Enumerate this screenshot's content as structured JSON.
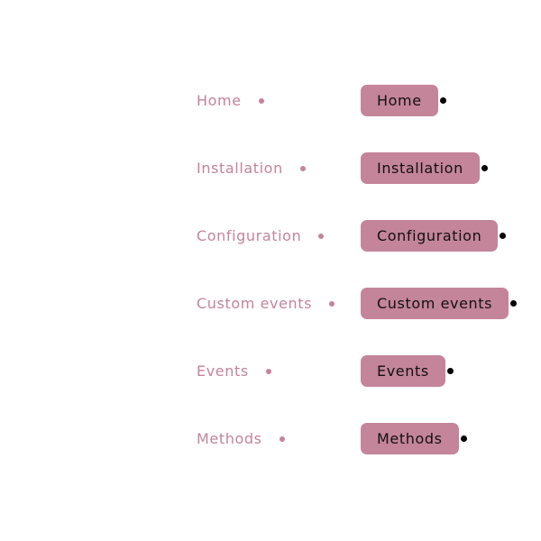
{
  "colors": {
    "accent": "#c48499",
    "pill_text": "#111111",
    "pill_dot": "#000000",
    "background": "#ffffff"
  },
  "plain_nav": {
    "items": [
      {
        "label": "Home"
      },
      {
        "label": "Installation"
      },
      {
        "label": "Configuration"
      },
      {
        "label": "Custom events"
      },
      {
        "label": "Events"
      },
      {
        "label": "Methods"
      }
    ]
  },
  "pill_nav": {
    "items": [
      {
        "label": "Home"
      },
      {
        "label": "Installation"
      },
      {
        "label": "Configuration"
      },
      {
        "label": "Custom events"
      },
      {
        "label": "Events"
      },
      {
        "label": "Methods"
      }
    ]
  }
}
